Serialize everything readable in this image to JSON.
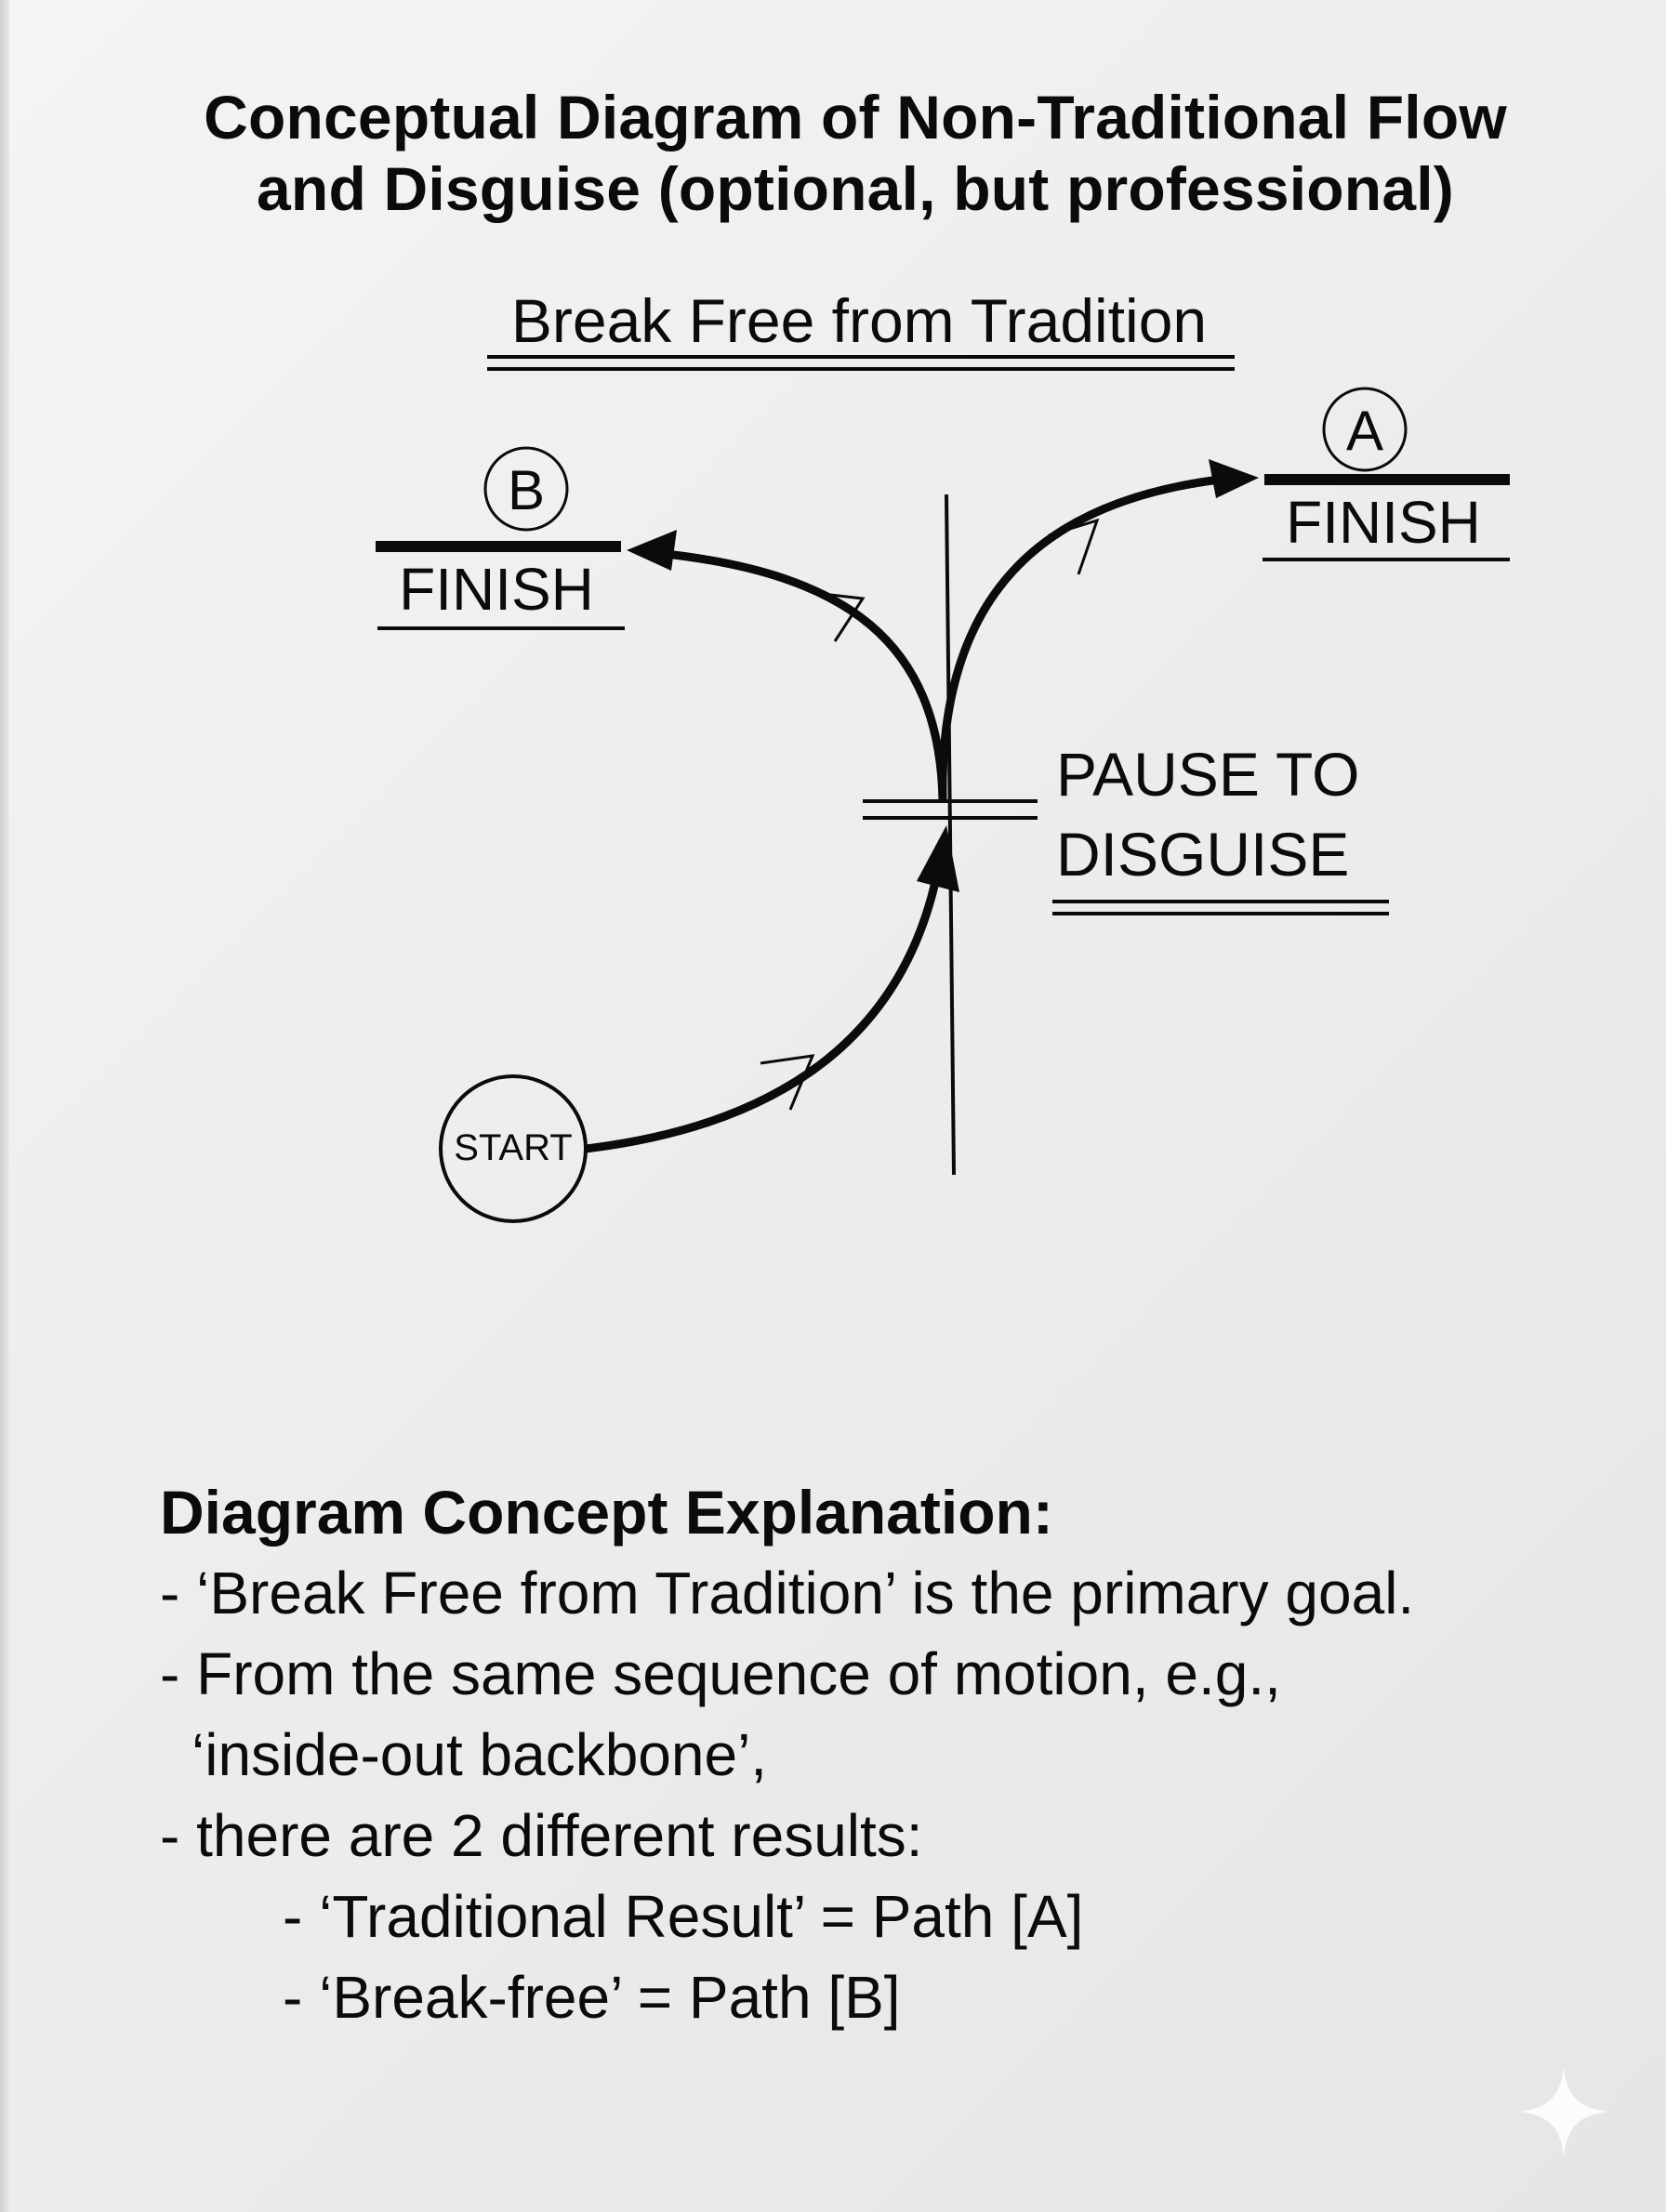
{
  "title": {
    "line1": "Conceptual Diagram of Non-Traditional Flow",
    "line2": "and Disguise (optional, but professional)"
  },
  "diagram": {
    "heading": "Break Free from Tradition",
    "start_label": "START",
    "pause_label_line1": "PAUSE TO",
    "pause_label_line2": "DISGUISE",
    "finish_a": {
      "marker": "A",
      "label": "FINISH"
    },
    "finish_b": {
      "marker": "B",
      "label": "FINISH"
    }
  },
  "explanation": {
    "heading": "Diagram Concept Explanation:",
    "lines": [
      "- ‘Break Free from Tradition’ is the primary goal.",
      "- From the same sequence of motion, e.g.,",
      "‘inside-out backbone’,",
      "- there are 2 different results:",
      "- ‘Traditional Result’ = Path [A]",
      "- ‘Break-free’ = Path [B]"
    ]
  },
  "icons": {
    "watermark": "sparkle-icon"
  },
  "colors": {
    "ink": "#0b0b0b",
    "paper": "#f0f0f0"
  }
}
